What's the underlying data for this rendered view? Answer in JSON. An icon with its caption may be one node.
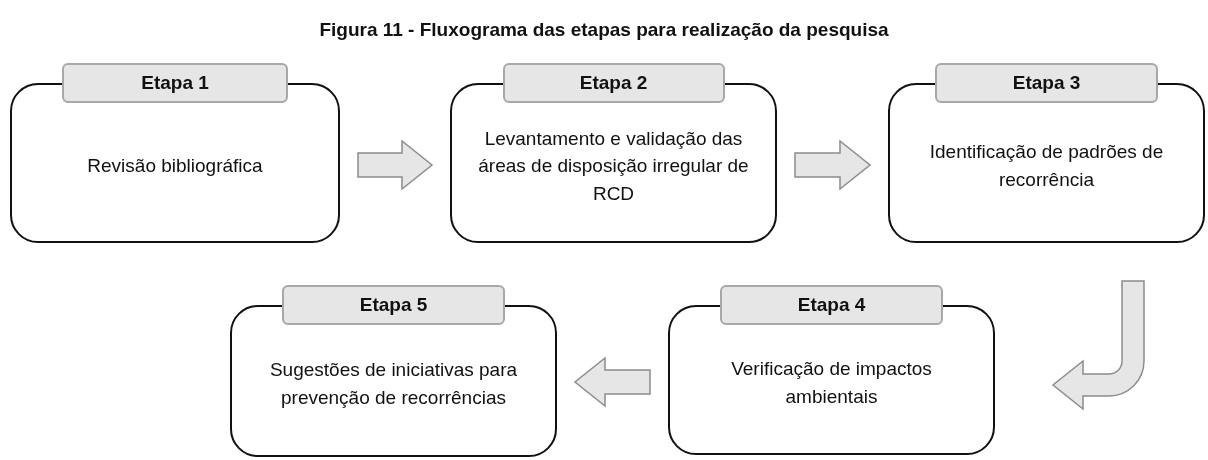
{
  "diagram": {
    "title": "Figura 11 - Fluxograma das etapas para realização da pesquisa",
    "nodes": [
      {
        "text": [
          "Etapa 1",
          "Revisão bibliográfica"
        ]
      },
      {
        "text": [
          "Etapa 2",
          "Levantamento e validação das áreas de disposição irregular de RCD"
        ]
      },
      {
        "text": [
          "Etapa 3",
          "Identificação de padrões de recorrência"
        ]
      },
      {
        "text": [
          "Etapa 4",
          "Verificação de impactos ambientais"
        ]
      },
      {
        "text": [
          "Etapa 5",
          "Sugestões de iniciativas para prevenção de recorrências"
        ]
      }
    ],
    "edges": [
      {
        "from": 0,
        "to": 1,
        "arrow": "to"
      },
      {
        "from": 1,
        "to": 2,
        "arrow": "to"
      },
      {
        "from": 2,
        "to": 3,
        "arrow": "to"
      },
      {
        "from": 3,
        "to": 4,
        "arrow": "to"
      }
    ]
  }
}
